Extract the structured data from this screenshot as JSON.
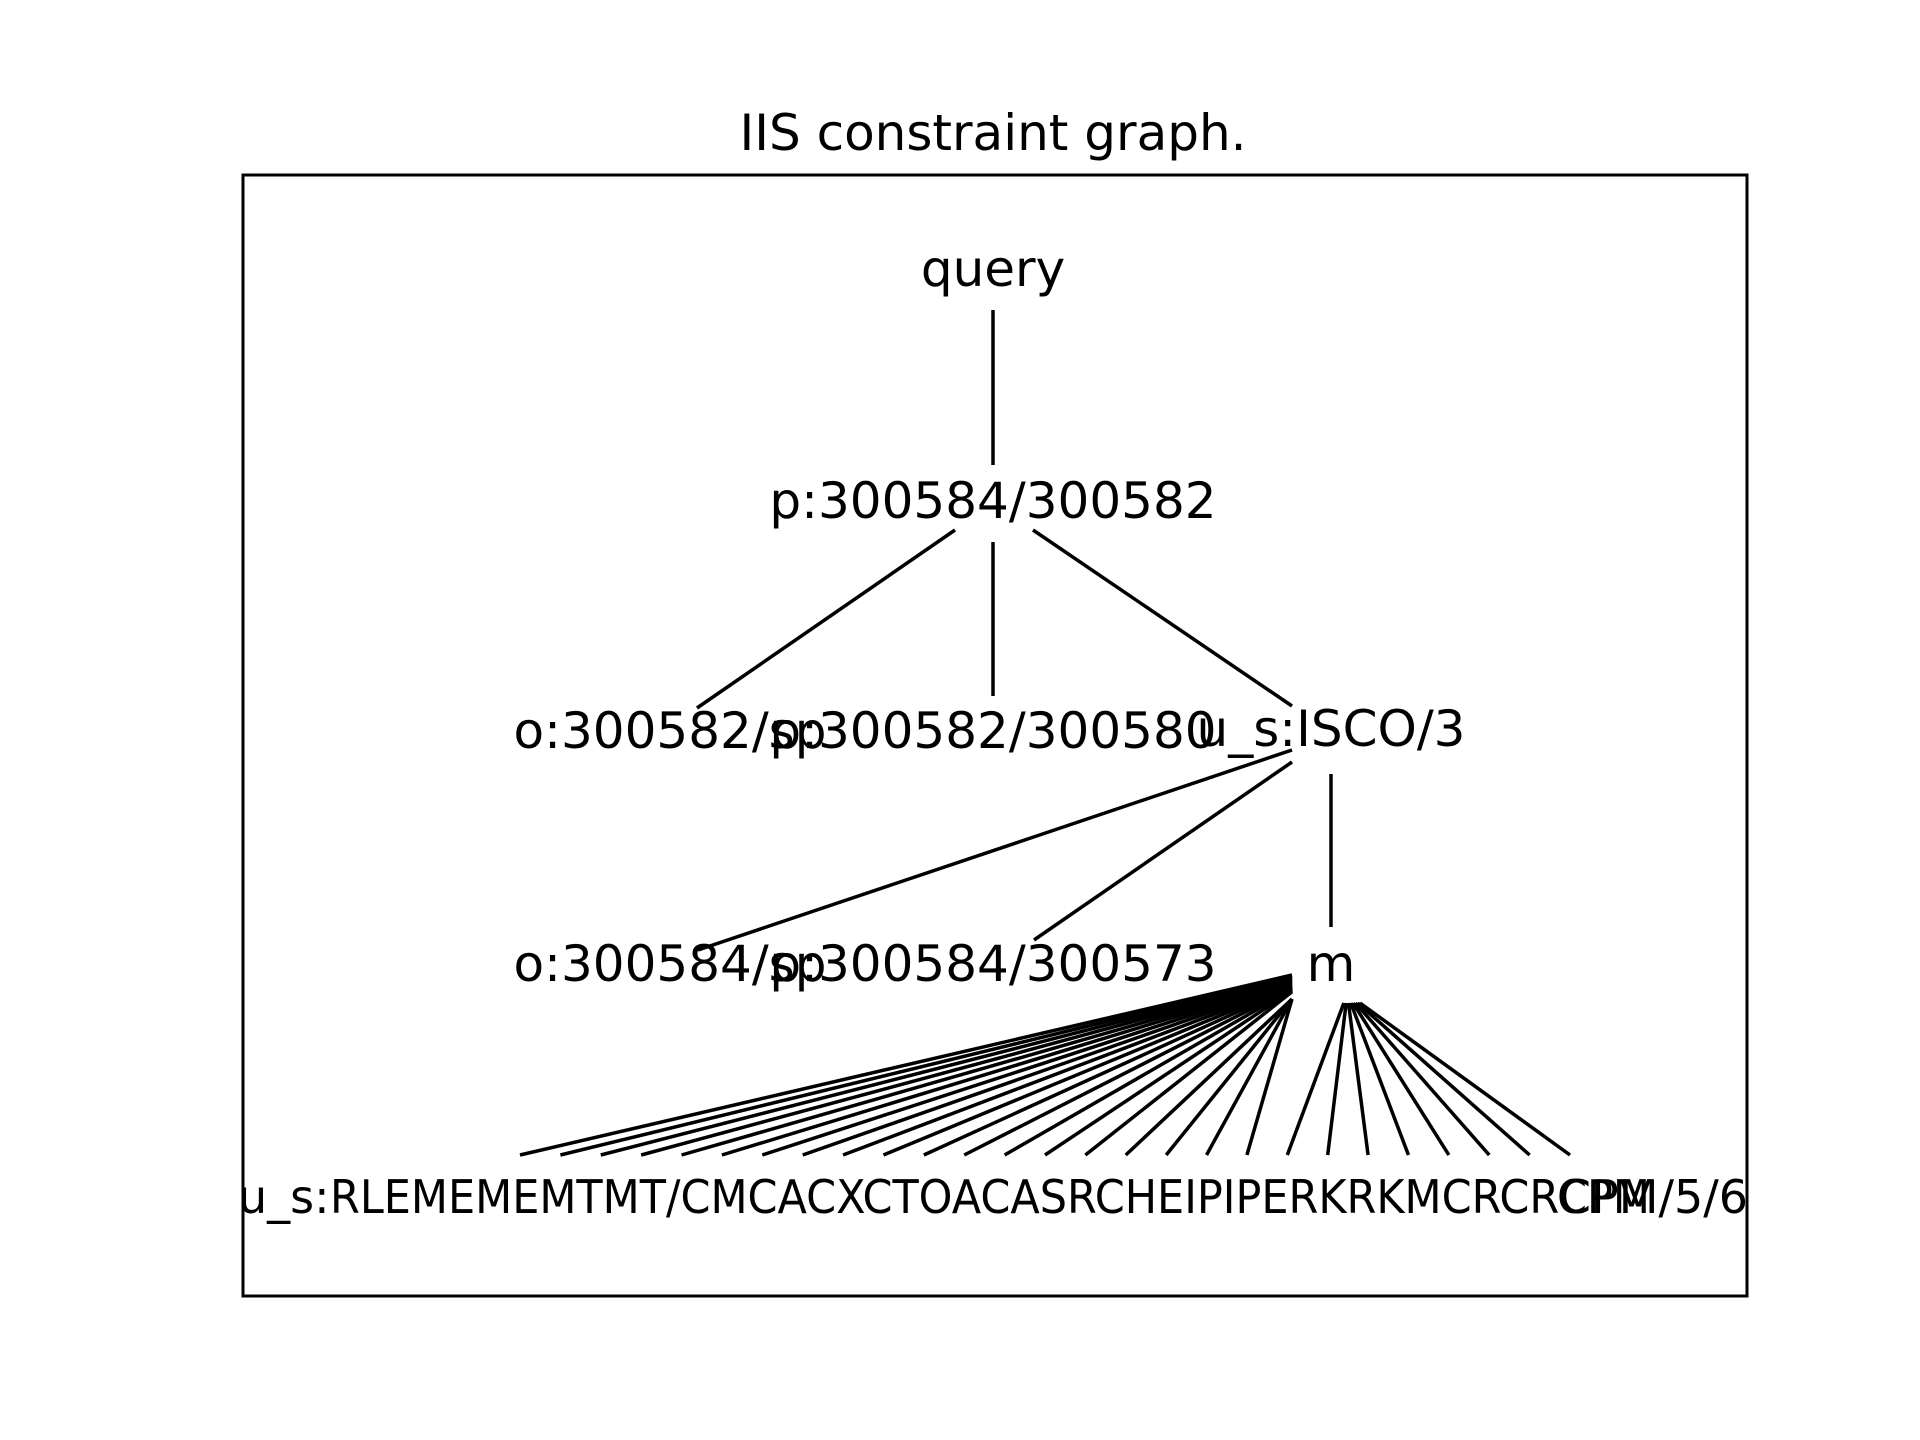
{
  "diagram": {
    "title": "IIS constraint graph.",
    "type": "tree",
    "nodes": [
      {
        "id": "query",
        "label": "query"
      },
      {
        "id": "p1",
        "label": "p:300584/300582"
      },
      {
        "id": "o1",
        "label": "o:300582/sp"
      },
      {
        "id": "p2",
        "label": "p:300582/300580"
      },
      {
        "id": "u1",
        "label": "u_s:ISCO/3"
      },
      {
        "id": "o2",
        "label": "o:300584/sp"
      },
      {
        "id": "p3",
        "label": "p:300584/300573"
      },
      {
        "id": "m",
        "label": "m"
      }
    ],
    "edges": [
      [
        "query",
        "p1"
      ],
      [
        "p1",
        "o1"
      ],
      [
        "p1",
        "p2"
      ],
      [
        "p1",
        "u1"
      ],
      [
        "u1",
        "o2"
      ],
      [
        "u1",
        "p3"
      ],
      [
        "u1",
        "m"
      ]
    ],
    "leaf_labels_left": "u_s:",
    "leaf_labels_right": "CPM/5/6",
    "leaf_labels_overlap": "RLEMEMEMTMT/CMCACXCTOACASRCHEIPIPERKRKMCRCRCPM",
    "leaf_count": 27,
    "leaf_parent": "m"
  }
}
